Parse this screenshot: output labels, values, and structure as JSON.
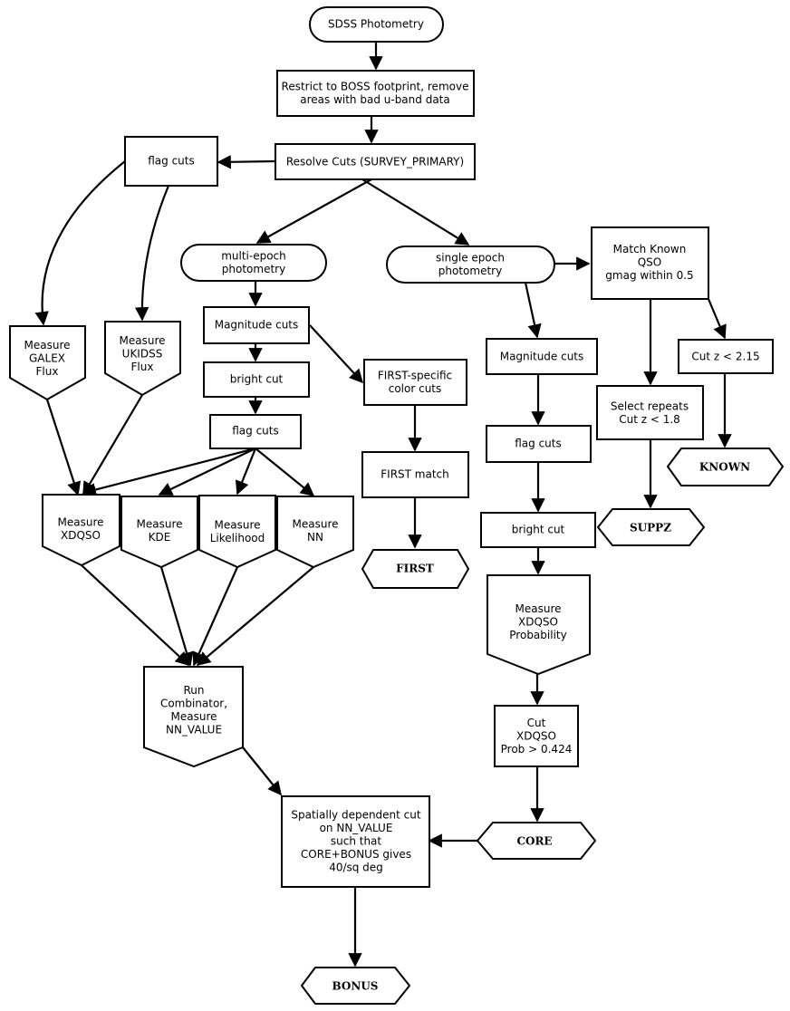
{
  "colors": {
    "stroke": "#000000",
    "terminal_text": "#0000cc",
    "background": "#ffffff"
  },
  "nodes": {
    "sdss_photometry": {
      "lines": [
        "SDSS Photometry"
      ],
      "shape": "rounded"
    },
    "restrict_boss": {
      "lines": [
        "Restrict to BOSS footprint, remove",
        "areas with bad u-band data"
      ],
      "shape": "rect"
    },
    "resolve_cuts": {
      "lines": [
        "Resolve Cuts (SURVEY_PRIMARY)"
      ],
      "shape": "rect"
    },
    "flag_cuts_top": {
      "lines": [
        "flag cuts"
      ],
      "shape": "rect"
    },
    "multi_epoch": {
      "lines": [
        "multi-epoch",
        "photometry"
      ],
      "shape": "rounded"
    },
    "single_epoch": {
      "lines": [
        "single epoch",
        "photometry"
      ],
      "shape": "rounded"
    },
    "match_known": {
      "lines": [
        "Match Known",
        "QSO",
        "gmag within 0.5"
      ],
      "shape": "rect"
    },
    "measure_galex": {
      "lines": [
        "Measure",
        "GALEX",
        "Flux"
      ],
      "shape": "pentagon"
    },
    "measure_ukidss": {
      "lines": [
        "Measure",
        "UKIDSS",
        "Flux"
      ],
      "shape": "pentagon"
    },
    "magnitude_cuts_multi": {
      "lines": [
        "Magnitude cuts"
      ],
      "shape": "rect"
    },
    "bright_cut_multi": {
      "lines": [
        "bright cut"
      ],
      "shape": "rect"
    },
    "flag_cuts_multi": {
      "lines": [
        "flag cuts"
      ],
      "shape": "rect"
    },
    "first_color_cuts": {
      "lines": [
        "FIRST-specific",
        "color cuts"
      ],
      "shape": "rect"
    },
    "first_match": {
      "lines": [
        "FIRST match"
      ],
      "shape": "rect"
    },
    "first_terminal": {
      "lines": [
        "FIRST"
      ],
      "shape": "hexagon"
    },
    "measure_xdqso": {
      "lines": [
        "Measure",
        "XDQSO"
      ],
      "shape": "pentagon"
    },
    "measure_kde": {
      "lines": [
        "Measure",
        "KDE"
      ],
      "shape": "pentagon"
    },
    "measure_likelihood": {
      "lines": [
        "Measure",
        "Likelihood"
      ],
      "shape": "pentagon"
    },
    "measure_nn": {
      "lines": [
        "Measure",
        "NN"
      ],
      "shape": "pentagon"
    },
    "run_combinator": {
      "lines": [
        "Run",
        "Combinator,",
        "Measure",
        "NN_VALUE"
      ],
      "shape": "pentagon"
    },
    "magnitude_cuts_single": {
      "lines": [
        "Magnitude cuts"
      ],
      "shape": "rect"
    },
    "flag_cuts_single": {
      "lines": [
        "flag cuts"
      ],
      "shape": "rect"
    },
    "bright_cut_single": {
      "lines": [
        "bright cut"
      ],
      "shape": "rect"
    },
    "measure_xdqso_prob": {
      "lines": [
        "Measure",
        "XDQSO",
        "Probability"
      ],
      "shape": "pentagon"
    },
    "cut_xdqso_prob": {
      "lines": [
        "Cut",
        "XDQSO",
        "Prob > 0.424"
      ],
      "shape": "rect"
    },
    "select_repeats": {
      "lines": [
        "Select repeats",
        "Cut z < 1.8"
      ],
      "shape": "rect"
    },
    "cut_z_215": {
      "lines": [
        "Cut z < 2.15"
      ],
      "shape": "rect"
    },
    "known_terminal": {
      "lines": [
        "KNOWN"
      ],
      "shape": "hexagon"
    },
    "suppz_terminal": {
      "lines": [
        "SUPPZ"
      ],
      "shape": "hexagon"
    },
    "core_terminal": {
      "lines": [
        "CORE"
      ],
      "shape": "hexagon"
    },
    "spatial_cut": {
      "lines": [
        "Spatially dependent cut",
        "on NN_VALUE",
        "such that",
        "CORE+BONUS gives",
        "40/sq deg"
      ],
      "shape": "rect"
    },
    "bonus_terminal": {
      "lines": [
        "BONUS"
      ],
      "shape": "hexagon"
    }
  },
  "edges": [
    [
      "sdss_photometry",
      "restrict_boss"
    ],
    [
      "restrict_boss",
      "resolve_cuts"
    ],
    [
      "resolve_cuts",
      "flag_cuts_top"
    ],
    [
      "resolve_cuts",
      "multi_epoch"
    ],
    [
      "resolve_cuts",
      "single_epoch"
    ],
    [
      "flag_cuts_top",
      "measure_galex"
    ],
    [
      "flag_cuts_top",
      "measure_ukidss"
    ],
    [
      "multi_epoch",
      "magnitude_cuts_multi"
    ],
    [
      "magnitude_cuts_multi",
      "bright_cut_multi"
    ],
    [
      "magnitude_cuts_multi",
      "first_color_cuts"
    ],
    [
      "bright_cut_multi",
      "flag_cuts_multi"
    ],
    [
      "first_color_cuts",
      "first_match"
    ],
    [
      "first_match",
      "first_terminal"
    ],
    [
      "flag_cuts_multi",
      "measure_xdqso"
    ],
    [
      "flag_cuts_multi",
      "measure_kde"
    ],
    [
      "flag_cuts_multi",
      "measure_likelihood"
    ],
    [
      "flag_cuts_multi",
      "measure_nn"
    ],
    [
      "measure_galex",
      "measure_xdqso"
    ],
    [
      "measure_ukidss",
      "measure_xdqso"
    ],
    [
      "measure_xdqso",
      "run_combinator"
    ],
    [
      "measure_kde",
      "run_combinator"
    ],
    [
      "measure_likelihood",
      "run_combinator"
    ],
    [
      "measure_nn",
      "run_combinator"
    ],
    [
      "run_combinator",
      "spatial_cut"
    ],
    [
      "single_epoch",
      "match_known"
    ],
    [
      "single_epoch",
      "magnitude_cuts_single"
    ],
    [
      "magnitude_cuts_single",
      "flag_cuts_single"
    ],
    [
      "flag_cuts_single",
      "bright_cut_single"
    ],
    [
      "bright_cut_single",
      "measure_xdqso_prob"
    ],
    [
      "measure_xdqso_prob",
      "cut_xdqso_prob"
    ],
    [
      "cut_xdqso_prob",
      "core_terminal"
    ],
    [
      "core_terminal",
      "spatial_cut"
    ],
    [
      "spatial_cut",
      "bonus_terminal"
    ],
    [
      "match_known",
      "select_repeats"
    ],
    [
      "match_known",
      "cut_z_215"
    ],
    [
      "select_repeats",
      "suppz_terminal"
    ],
    [
      "cut_z_215",
      "known_terminal"
    ]
  ]
}
